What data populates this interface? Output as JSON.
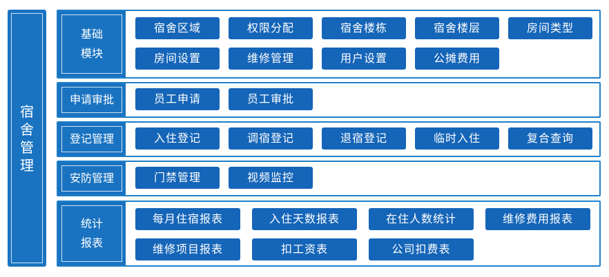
{
  "title": "宿舍管理",
  "sections": [
    {
      "id": "basic",
      "label_lines": [
        "基础",
        "模块"
      ],
      "items": [
        "宿舍区域",
        "权限分配",
        "宿舍楼栋",
        "宿舍楼层",
        "房间类型",
        "房间设置",
        "维修管理",
        "用户设置",
        "公摊费用"
      ]
    },
    {
      "id": "approval",
      "label_lines": [
        "申请审批"
      ],
      "items": [
        "员工申请",
        "员工审批"
      ]
    },
    {
      "id": "register",
      "label_lines": [
        "登记管理"
      ],
      "items": [
        "入住登记",
        "调宿登记",
        "退宿登记",
        "临时入住",
        "复合查询"
      ]
    },
    {
      "id": "security",
      "label_lines": [
        "安防管理"
      ],
      "items": [
        "门禁管理",
        "视频监控"
      ]
    },
    {
      "id": "report",
      "label_lines": [
        "统计",
        "报表"
      ],
      "items": [
        "每月住宿报表",
        "入住天数报表",
        "在住人数统计",
        "维修费用报表",
        "维修项目报表",
        "扣工资表",
        "公司扣费表"
      ]
    }
  ]
}
